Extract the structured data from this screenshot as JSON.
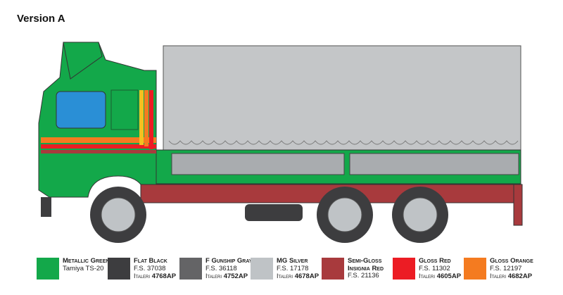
{
  "title": "Version A",
  "legend": [
    {
      "name1": "Metallic Green",
      "name2": "",
      "lines": [
        "Tamiya TS-20"
      ],
      "italeri": null,
      "color": "#13a84a"
    },
    {
      "name1": "Flat Black",
      "name2": "",
      "lines": [
        "F.S. 37038"
      ],
      "italeri": {
        "label": "Italeri",
        "code": "4768AP"
      },
      "color": "#3d3d3f"
    },
    {
      "name1": "F Gunship Gray",
      "name2": "",
      "lines": [
        "F.S. 36118"
      ],
      "italeri": {
        "label": "Italeri",
        "code": "4752AP"
      },
      "color": "#646466"
    },
    {
      "name1": "MG Silver",
      "name2": "",
      "lines": [
        "F.S. 17178"
      ],
      "italeri": {
        "label": "Italeri",
        "code": "4678AP"
      },
      "color": "#bfc3c6"
    },
    {
      "name1": "Semi-Gloss",
      "name2": "Insignia Red",
      "lines": [
        "F.S. 21136"
      ],
      "italeri": null,
      "color": "#a83a3d"
    },
    {
      "name1": "Gloss Red",
      "name2": "",
      "lines": [
        "F.S. 11302"
      ],
      "italeri": {
        "label": "Italeri",
        "code": "4605AP"
      },
      "color": "#ec1c24"
    },
    {
      "name1": "Gloss Orange",
      "name2": "",
      "lines": [
        "F.S. 12197"
      ],
      "italeri": {
        "label": "Italeri",
        "code": "4682AP"
      },
      "color": "#f47b20"
    }
  ]
}
